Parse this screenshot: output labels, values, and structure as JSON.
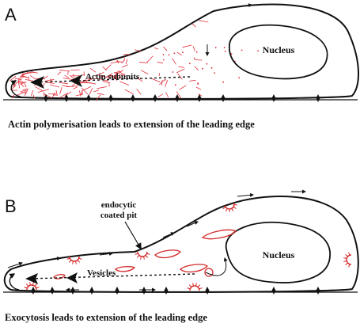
{
  "panels": [
    {
      "letter": "A",
      "nucleus_label": "Nucleus",
      "arrow_label": "Actin subunits",
      "caption": "Actin polymerisation leads to extension of the leading edge"
    },
    {
      "letter": "B",
      "nucleus_label": "Nucleus",
      "pit_label_line1": "endocytic",
      "pit_label_line2": "coated pit",
      "arrow_label": "Vesicles",
      "caption": "Exocytosis leads to extension of the leading edge"
    }
  ],
  "colors": {
    "outline": "#111111",
    "actin": "#e0303a",
    "membrane_red": "#d42a2a",
    "background": "#ffffff"
  }
}
